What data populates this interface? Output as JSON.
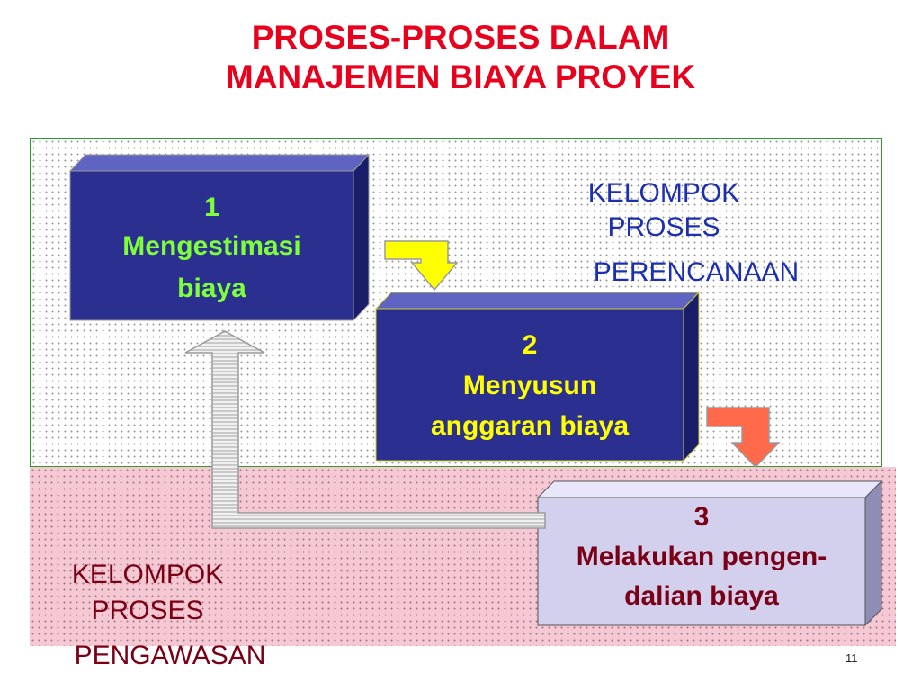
{
  "title": {
    "line1": "PROSES-PROSES DALAM",
    "line2": "MANAJEMEN BIAYA PROYEK"
  },
  "planning_group": {
    "line1": "KELOMPOK",
    "line2": "PROSES",
    "line3": "PERENCANAAN"
  },
  "control_group": {
    "line1": "KELOMPOK",
    "line2": "PROSES",
    "line3": "PENGAWASAN"
  },
  "steps": [
    {
      "number": "1",
      "line1": "Mengestimasi",
      "line2": "biaya"
    },
    {
      "number": "2",
      "line1": "Menyusun",
      "line2": "anggaran biaya"
    },
    {
      "number": "3",
      "line1": "Melakukan pengen-",
      "line2": "dalian biaya"
    }
  ],
  "page_number": "11",
  "colors": {
    "title": "#e8001c",
    "box_navy": "#2b2f8f",
    "step1_text": "#7fff3a",
    "step2_text": "#ffff00",
    "step3_fill": "#d3d0ee",
    "step3_text": "#7a0016",
    "arrow_yellow": "#ffff00",
    "arrow_red": "#ff6a4a",
    "planning_bg": "#ffffff",
    "control_bg": "#f6c8d3"
  }
}
